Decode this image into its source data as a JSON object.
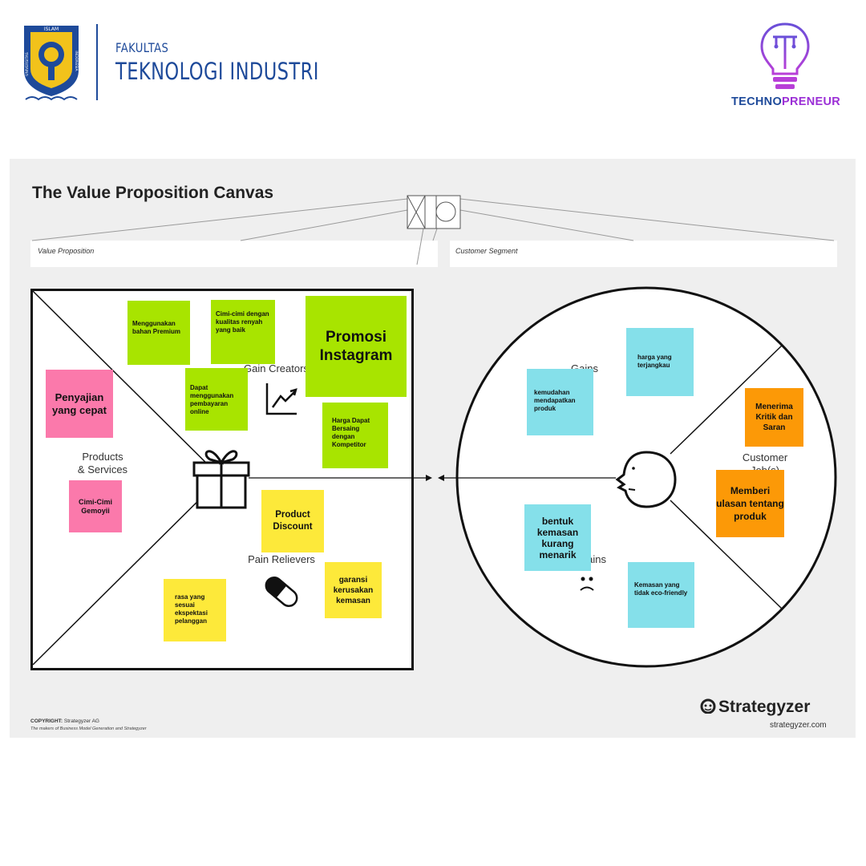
{
  "header": {
    "faculty_line1": "FAKULTAS",
    "faculty_line2": "TEKNOLOGI INDUSTRI",
    "logo_arc_left": "UNIVERSITAS",
    "logo_arc_top": "ISLAM",
    "logo_arc_right": "INDONESIA",
    "brand_part1": "TECHNO",
    "brand_part2": "PRENEUR"
  },
  "canvas": {
    "title": "The Value Proposition Canvas",
    "value_proposition_label": "Value Proposition",
    "customer_segment_label": "Customer Segment",
    "zones": {
      "gain_creators": "Gain Creators",
      "products_services_line1": "Products",
      "products_services_line2": "& Services",
      "pain_relievers": "Pain Relievers",
      "gains": "Gains",
      "pains": "Pains",
      "customer_jobs_line1": "Customer",
      "customer_jobs_line2": "Job(s)"
    }
  },
  "notes": {
    "menggunakan_bahan": "Menggunakan bahan Premium",
    "cimi_kualitas": "Cimi-cimi dengan kualitas renyah yang baik",
    "promosi_instagram": "Promosi Instagram",
    "pembayaran_online": "Dapat menggunakan pembayaran online",
    "harga_bersaing": "Harga Dapat Bersaing dengan Kompetitor",
    "penyajian": "Penyajian yang cepat",
    "cimi_gemoyii": "Cimi-Cimi Gemoyii",
    "product_discount": "Product Discount",
    "garansi": "garansi kerusakan kemasan",
    "rasa_sesuai": "rasa yang sesuai ekspektasi pelanggan",
    "harga_terjangkau": "harga yang terjangkau",
    "kemudahan": "kemudahan mendapatkan produk",
    "menerima_kritik": "Menerima Kritik dan Saran",
    "memberi_ulasan": "Memberi ulasan tentang produk",
    "bentuk_kemasan": "bentuk kemasan kurang menarik",
    "kemasan_eco": "Kemasan yang tidak eco-friendly"
  },
  "footer": {
    "copyright_label": "COPYRIGHT:",
    "copyright_holder": "Strategyzer AG",
    "makers": "The makers of Business Model Generation and Strategyzer",
    "brand": "Strategyzer",
    "url": "strategyzer.com"
  },
  "colors": {
    "note_green": "#a8e400",
    "note_pink": "#fb79ab",
    "note_yellow": "#fde93a",
    "note_cyan": "#85e0ea",
    "note_orange": "#fc9907",
    "faculty_blue": "#1e4a9a",
    "brand_purple": "#9b2fd6"
  },
  "icons": [
    "uii-logo",
    "lightbulb-icon",
    "chart-up-icon",
    "gift-icon",
    "pill-icon",
    "sad-face-icon",
    "customer-face-icon",
    "strategyzer-logo-icon"
  ]
}
